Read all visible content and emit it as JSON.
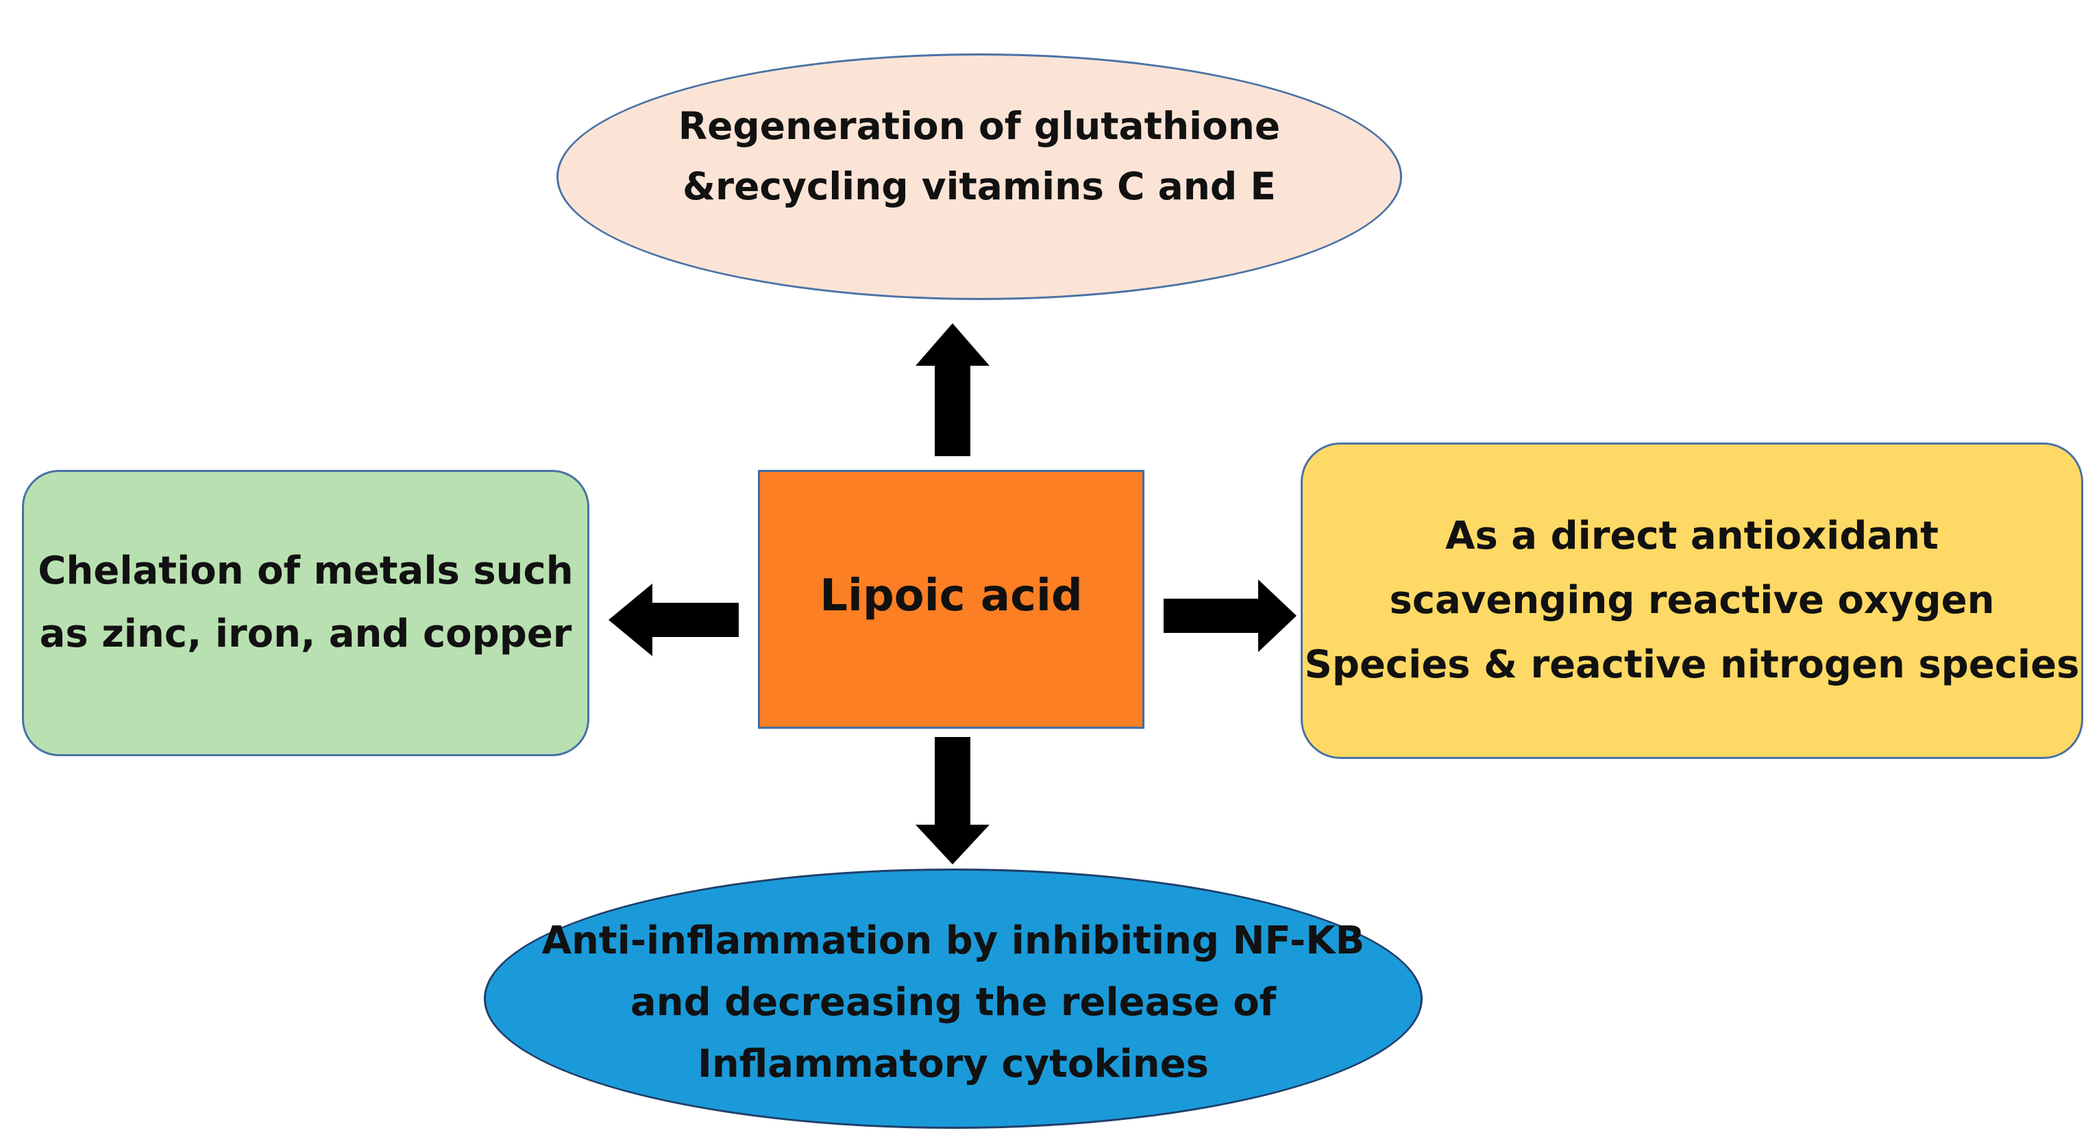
{
  "diagram": {
    "center": {
      "label": "Lipoic acid",
      "color": "#fd7f24"
    },
    "top": {
      "lines": [
        "Regeneration of glutathione",
        "&recycling vitamins C and E"
      ],
      "color": "#fbe4d6"
    },
    "left": {
      "lines": [
        "Chelation of metals such",
        "as zinc, iron, and copper"
      ],
      "color": "#b9e0b1"
    },
    "right": {
      "lines": [
        "As a direct antioxidant",
        "scavenging reactive oxygen",
        "Species & reactive nitrogen species"
      ],
      "color": "#ffd965"
    },
    "bottom": {
      "lines": [
        "Anti-inflammation by inhibiting NF-KB",
        "and decreasing the release of",
        "Inflammatory cytokines"
      ],
      "color": "#1b9ad9"
    },
    "arrow_color": "#000000",
    "edges": [
      {
        "from": "center",
        "to": "top"
      },
      {
        "from": "center",
        "to": "left"
      },
      {
        "from": "center",
        "to": "right"
      },
      {
        "from": "center",
        "to": "bottom"
      }
    ]
  }
}
